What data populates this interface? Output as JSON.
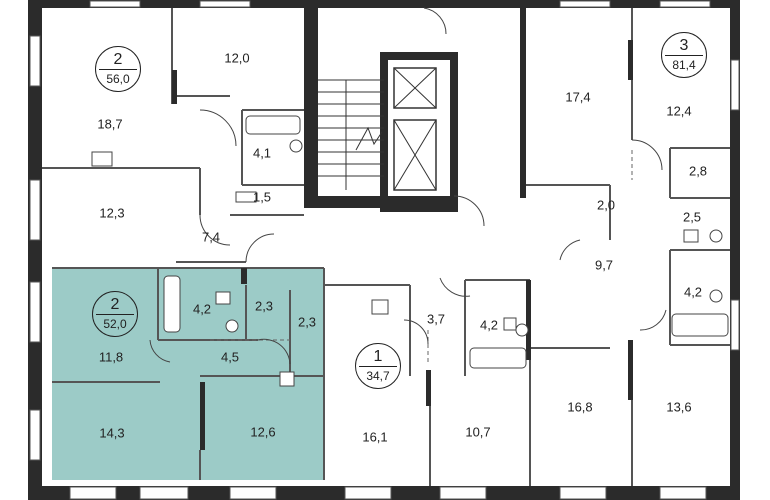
{
  "colors": {
    "wall": "#2b2b2b",
    "thin_wall": "#555555",
    "highlight": "#9ccbc7",
    "background": "#ffffff"
  },
  "apartments": [
    {
      "rooms": "2",
      "area": "56,0"
    },
    {
      "rooms": "3",
      "area": "81,4"
    },
    {
      "rooms": "2",
      "area": "52,0"
    },
    {
      "rooms": "1",
      "area": "34,7"
    }
  ],
  "rooms": [
    "12,0",
    "18,7",
    "4,1",
    "1,5",
    "12,3",
    "7,4",
    "17,4",
    "12,4",
    "2,8",
    "2,0",
    "2,5",
    "9,7",
    "4,2",
    "4,2",
    "2,3",
    "2,3",
    "11,8",
    "4,5",
    "14,3",
    "12,6",
    "3,7",
    "4,2",
    "16,1",
    "10,7",
    "16,8",
    "13,6"
  ]
}
